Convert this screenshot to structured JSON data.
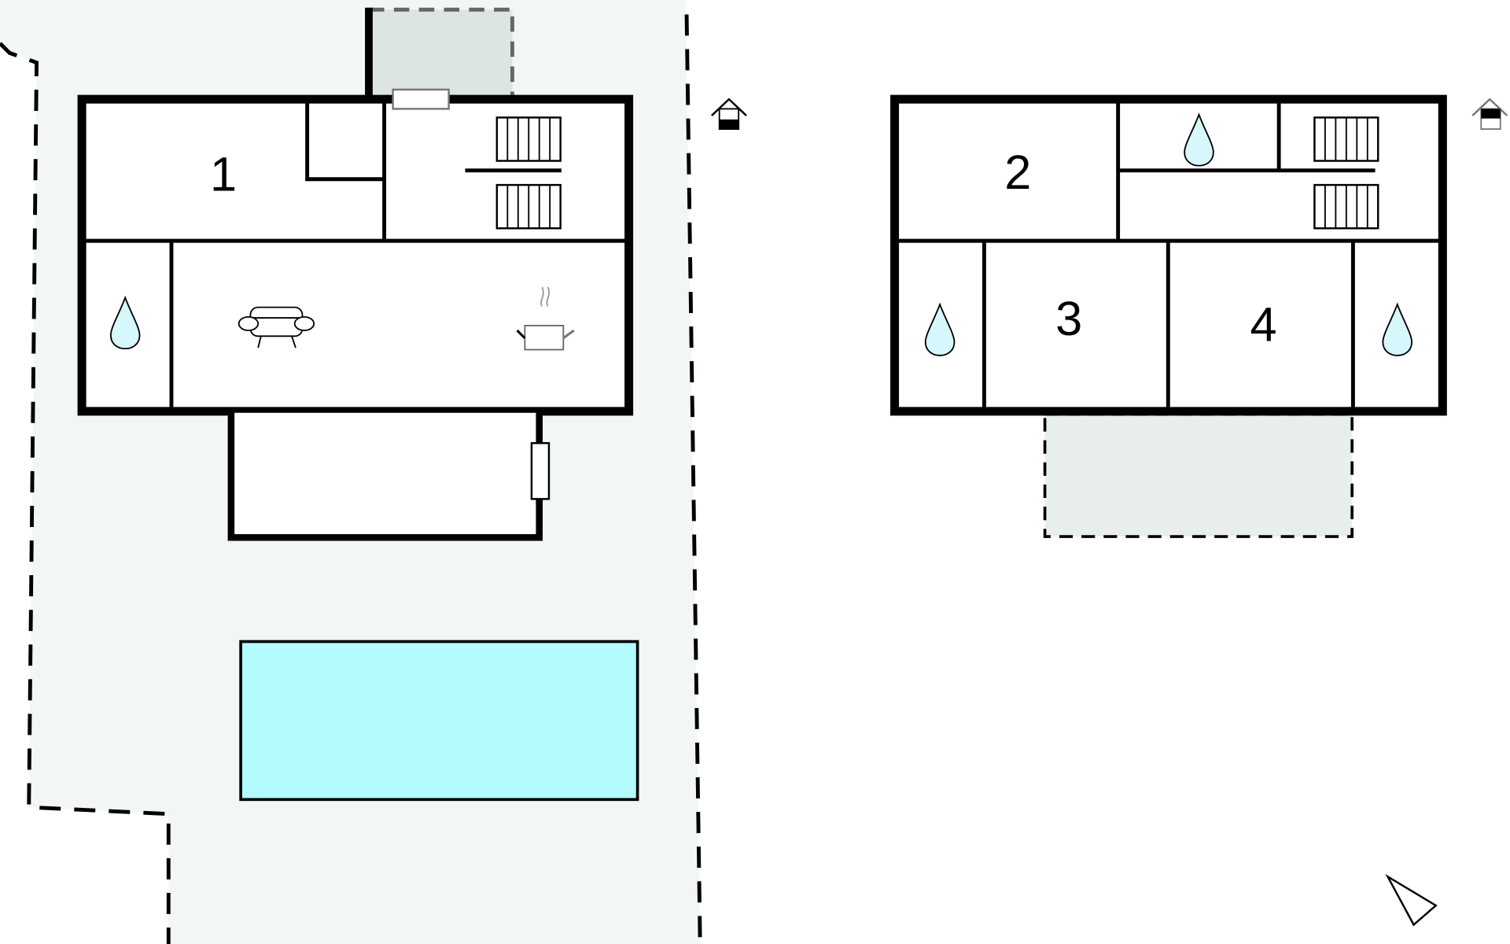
{
  "rooms": {
    "room_1": "1",
    "room_2": "2",
    "room_3": "3",
    "room_4": "4"
  },
  "colors": {
    "plot": "#f2f6f7",
    "pool": "#b3fbfd",
    "water_drop": "#d6f7fb",
    "covered_area": "#dde4e4",
    "terrace": "#e8eeee",
    "wall": "#000000"
  },
  "icons": [
    "water-drop-icon",
    "sofa-icon",
    "cooking-pot-icon",
    "stairs-icon",
    "house-level-icon",
    "compass-north-icon"
  ]
}
